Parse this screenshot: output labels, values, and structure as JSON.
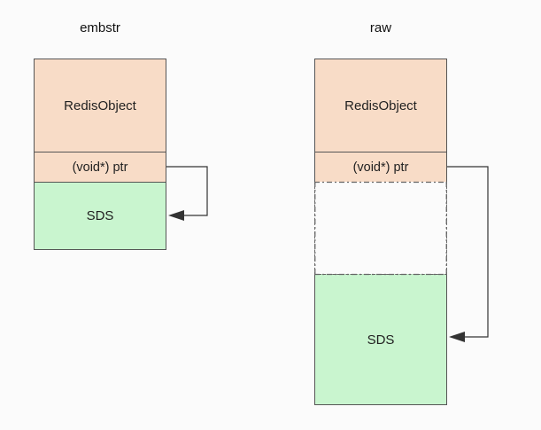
{
  "embstr": {
    "title": "embstr",
    "object_label": "RedisObject",
    "ptr_label": "(void*) ptr",
    "sds_label": "SDS"
  },
  "raw": {
    "title": "raw",
    "object_label": "RedisObject",
    "ptr_label": "(void*) ptr",
    "sds_label": "SDS"
  },
  "colors": {
    "object_fill": "#f8dcc7",
    "sds_fill": "#c9f5cf",
    "border": "#555555",
    "arrow": "#333333"
  }
}
